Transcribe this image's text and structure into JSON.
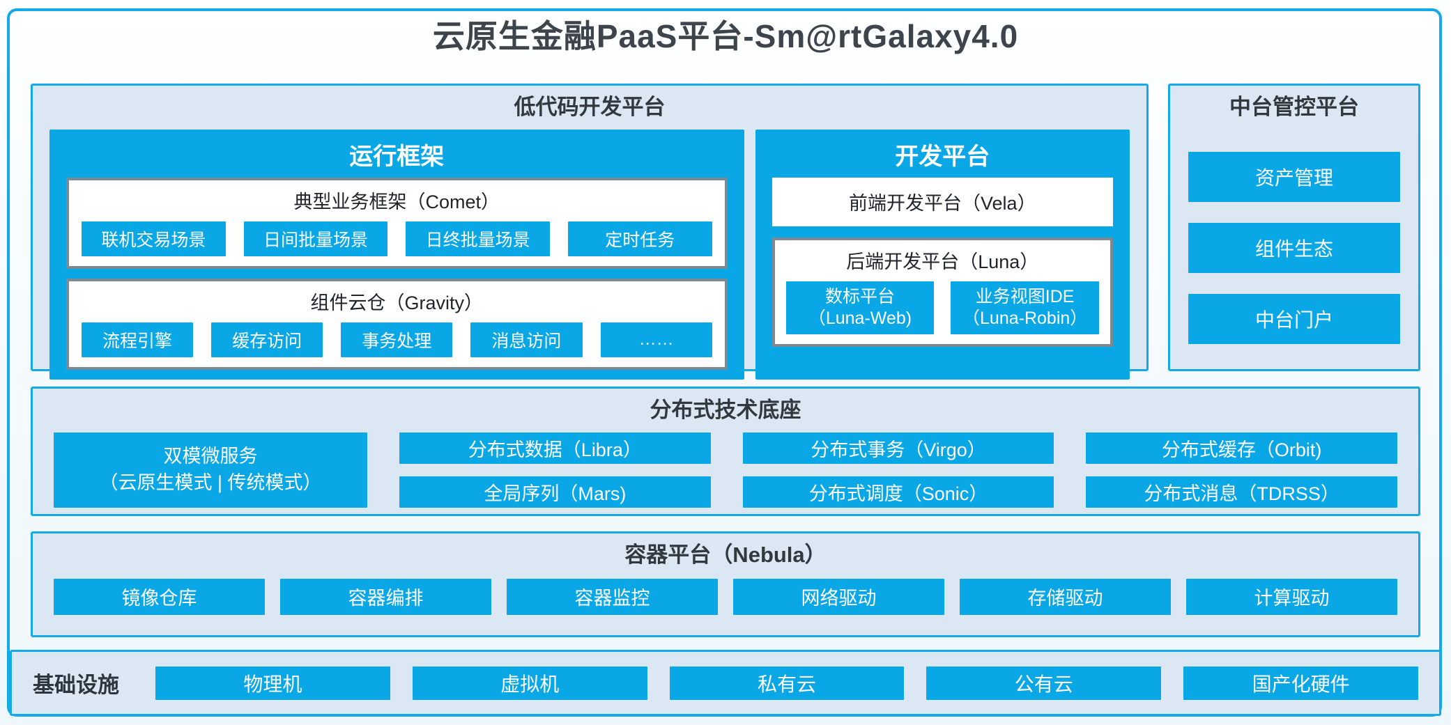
{
  "title": "云原生金融PaaS平台-Sm@rtGalaxy4.0",
  "colors": {
    "accent_blue": "#09a7e6",
    "panel_border_blue": "#14a9e8",
    "panel_bg": "#dce7f4",
    "box_border_gray": "#7d8a93",
    "title_text": "#3d444b"
  },
  "lowcode": {
    "title": "低代码开发平台",
    "runtime": {
      "title": "运行框架",
      "comet": {
        "title": "典型业务框架（Comet）",
        "items": [
          "联机交易场景",
          "日间批量场景",
          "日终批量场景",
          "定时任务"
        ]
      },
      "gravity": {
        "title": "组件云仓（Gravity）",
        "items": [
          "流程引擎",
          "缓存访问",
          "事务处理",
          "消息访问",
          "……"
        ]
      }
    },
    "dev": {
      "title": "开发平台",
      "vela": "前端开发平台（Vela）",
      "luna": {
        "title": "后端开发平台（Luna）",
        "items": [
          {
            "line1": "数标平台",
            "line2": "（Luna-Web)"
          },
          {
            "line1": "业务视图IDE",
            "line2": "（Luna-Robin）"
          }
        ]
      }
    }
  },
  "midplatform": {
    "title": "中台管控平台",
    "items": [
      "资产管理",
      "组件生态",
      "中台门户"
    ]
  },
  "distributed": {
    "title": "分布式技术底座",
    "dual": {
      "line1": "双模微服务",
      "line2": "（云原生模式 | 传统模式）"
    },
    "columns": [
      {
        "top": "分布式数据（Libra）",
        "bottom": "全局序列（Mars)"
      },
      {
        "top": "分布式事务（Virgo）",
        "bottom": "分布式调度（Sonic）"
      },
      {
        "top": "分布式缓存（Orbit)",
        "bottom": "分布式消息（TDRSS）"
      }
    ]
  },
  "container_platform": {
    "title": "容器平台（Nebula）",
    "items": [
      "镜像仓库",
      "容器编排",
      "容器监控",
      "网络驱动",
      "存储驱动",
      "计算驱动"
    ]
  },
  "infrastructure": {
    "label": "基础设施",
    "items": [
      "物理机",
      "虚拟机",
      "私有云",
      "公有云",
      "国产化硬件"
    ]
  }
}
